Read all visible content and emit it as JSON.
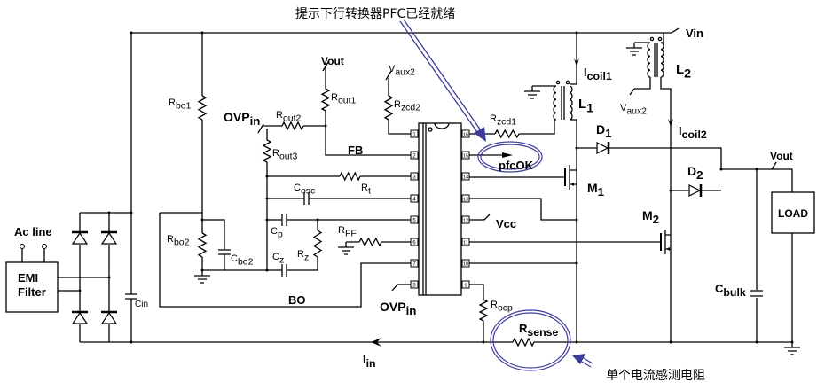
{
  "annotations": {
    "top_note": "提示下行转换器PFC已经就绪",
    "bottom_note": "单个电流感测电阻",
    "highlight_color": "#3c3c9a"
  },
  "labels": {
    "rbo1": {
      "main": "R",
      "sub": "bo1"
    },
    "rbo2": {
      "main": "R",
      "sub": "bo2"
    },
    "cbo2": {
      "main": "C",
      "sub": "bo2"
    },
    "ovpin1": {
      "main": "OVP",
      "sub": "in"
    },
    "ovpin2": {
      "main": "OVP",
      "sub": "in"
    },
    "rout1": {
      "main": "R",
      "sub": "out1"
    },
    "rout2": {
      "main": "R",
      "sub": "out2"
    },
    "rout3": {
      "main": "R",
      "sub": "out3"
    },
    "vout1": {
      "main": "Vout",
      "sub": ""
    },
    "vout2": {
      "main": "Vout",
      "sub": ""
    },
    "fb": {
      "main": "FB",
      "sub": ""
    },
    "cosc": {
      "main": "C",
      "sub": "osc"
    },
    "rt": {
      "main": "R",
      "sub": "t"
    },
    "cp": {
      "main": "C",
      "sub": "p"
    },
    "cz": {
      "main": "C",
      "sub": "z"
    },
    "rz": {
      "main": "R",
      "sub": "z"
    },
    "rff": {
      "main": "R",
      "sub": "FF"
    },
    "bo": {
      "main": "BO",
      "sub": ""
    },
    "vaux2a": {
      "main": "V",
      "sub": "aux2"
    },
    "vaux2b": {
      "main": "V",
      "sub": "aux2"
    },
    "rzcd2": {
      "main": "R",
      "sub": "zcd2"
    },
    "rzcd1": {
      "main": "R",
      "sub": "zcd1"
    },
    "pfcok": {
      "main": "pfcOK",
      "sub": ""
    },
    "vcc": {
      "main": "Vcc",
      "sub": ""
    },
    "rocp": {
      "main": "R",
      "sub": "ocp"
    },
    "rsense": {
      "main": "R",
      "sub": "sense"
    },
    "iin": {
      "main": "I",
      "sub": "in"
    },
    "icoil1": {
      "main": "I",
      "sub": "coil1"
    },
    "icoil2": {
      "main": "I",
      "sub": "coil2"
    },
    "l1": {
      "main": "L",
      "sub": "1"
    },
    "l2": {
      "main": "L",
      "sub": "2"
    },
    "d1": {
      "main": "D",
      "sub": "1"
    },
    "d2": {
      "main": "D",
      "sub": "2"
    },
    "m1": {
      "main": "M",
      "sub": "1"
    },
    "m2": {
      "main": "M",
      "sub": "2"
    },
    "vin": {
      "main": "Vin",
      "sub": ""
    },
    "cbulk": {
      "main": "C",
      "sub": "bulk"
    },
    "load": {
      "main": "LOAD",
      "sub": ""
    },
    "cin": {
      "main": "Cin",
      "sub": ""
    },
    "acline": {
      "main": "Ac line",
      "sub": ""
    },
    "emi1": {
      "main": "EMI",
      "sub": ""
    },
    "emi2": {
      "main": "Filter",
      "sub": ""
    }
  },
  "ic": {
    "left_pins": [
      "1",
      "2",
      "3",
      "4",
      "5",
      "6",
      "7",
      "8"
    ],
    "right_pins": [
      "16",
      "15",
      "14",
      "13",
      "12",
      "11",
      "10",
      "9"
    ]
  }
}
